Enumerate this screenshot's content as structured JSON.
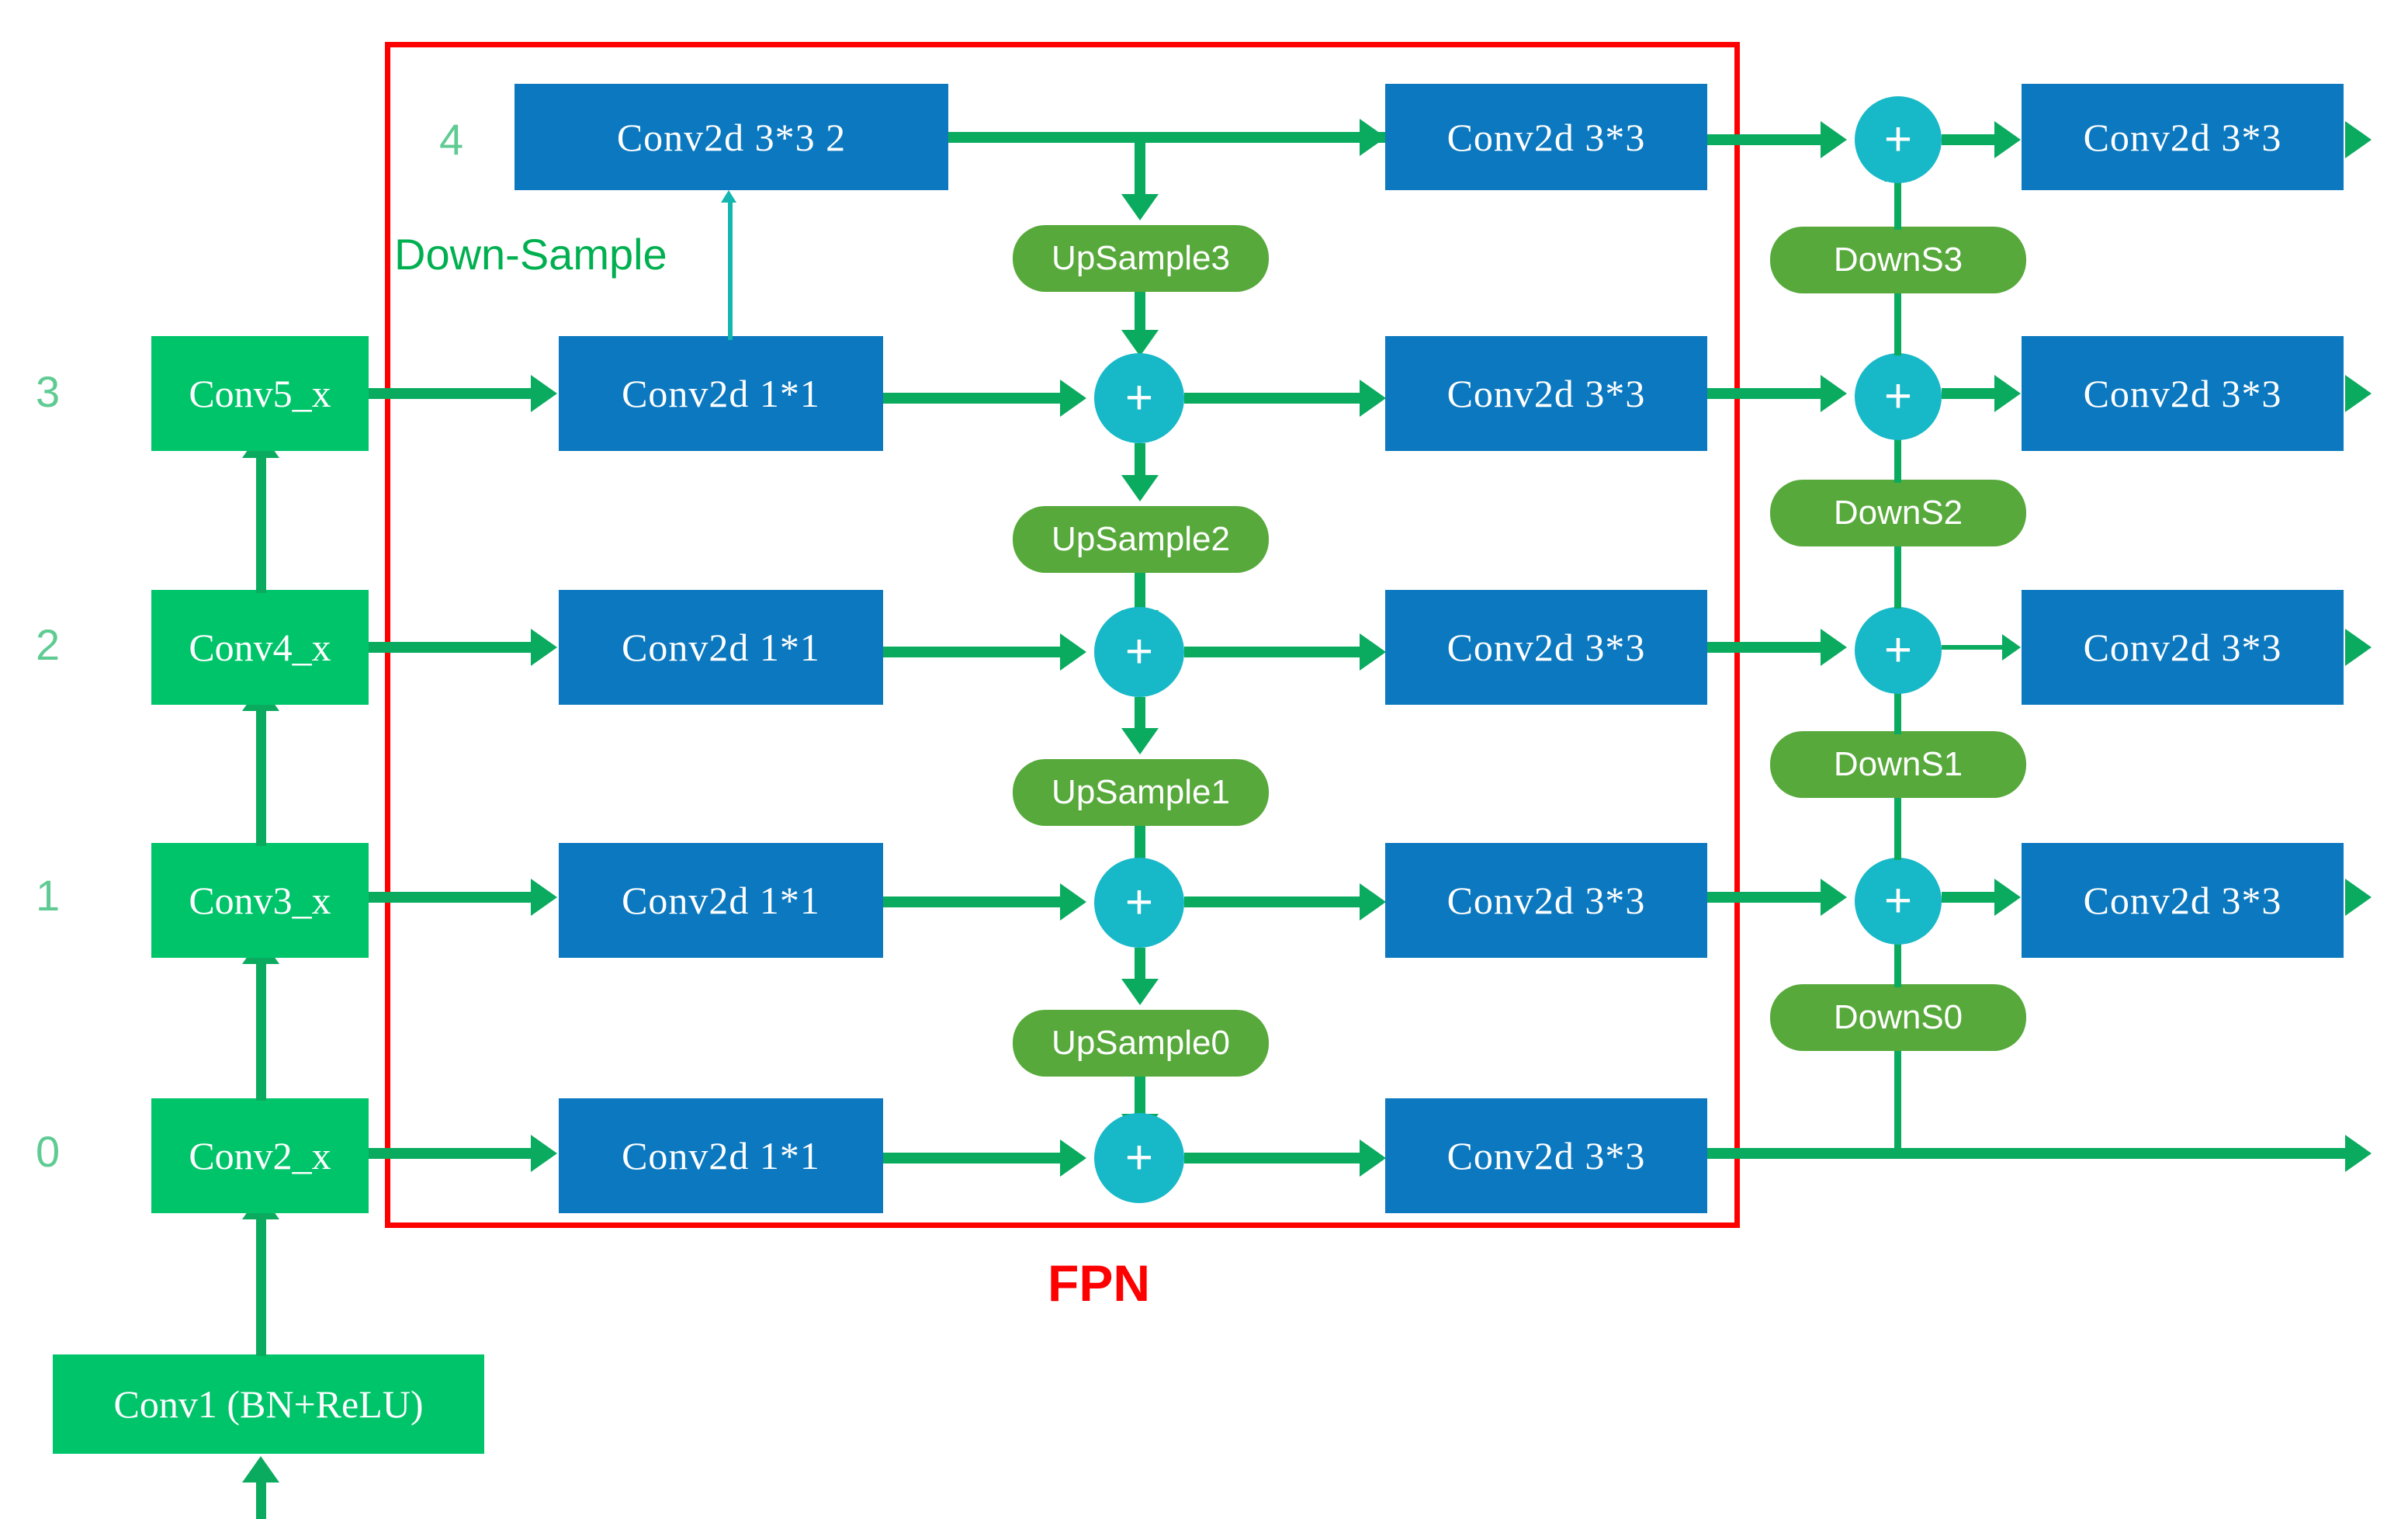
{
  "diagram": {
    "title_label": "FPN",
    "down_sample_label": "Down-Sample",
    "level_labels": [
      "0",
      "1",
      "2",
      "3",
      "4"
    ],
    "colors": {
      "blue_box": "#0b78bf",
      "backbone_green": "#00c46a",
      "pill_green": "#56a93a",
      "plus_cyan": "#17b8c8",
      "arrow_green": "#0aab5f",
      "frame_red": "#ff0000",
      "level_label_green": "#5fcb93",
      "down_sample_text_green": "#00b050",
      "downsample_arrow_cyan": "#14b6b0"
    }
  },
  "backbone": {
    "stem": "Conv1 (BN+ReLU)",
    "stages": [
      {
        "level": "0",
        "label": "Conv2_x"
      },
      {
        "level": "1",
        "label": "Conv3_x"
      },
      {
        "level": "2",
        "label": "Conv4_x"
      },
      {
        "level": "3",
        "label": "Conv5_x"
      }
    ]
  },
  "lateral": {
    "top_extra": "Conv2d 3*3 2",
    "convs": [
      "Conv2d 1*1",
      "Conv2d 1*1",
      "Conv2d 1*1",
      "Conv2d 1*1"
    ]
  },
  "upsamples": [
    "UpSample0",
    "UpSample1",
    "UpSample2",
    "UpSample3"
  ],
  "merge_symbol": "+",
  "fpn_outputs": [
    "Conv2d 3*3",
    "Conv2d 3*3",
    "Conv2d 3*3",
    "Conv2d 3*3",
    "Conv2d 3*3"
  ],
  "downsamples": [
    "DownS0",
    "DownS1",
    "DownS2",
    "DownS3"
  ],
  "pan_outputs": [
    "Conv2d 3*3",
    "Conv2d 3*3",
    "Conv2d 3*3",
    "Conv2d 3*3"
  ]
}
